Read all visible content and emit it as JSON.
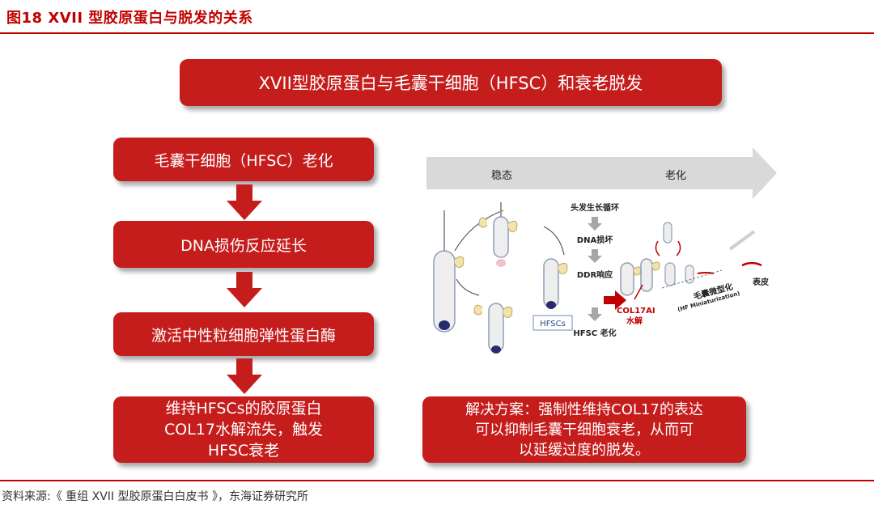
{
  "figure_title": "图18  XVII 型胶原蛋白与脱发的关系",
  "header": "XVII型胶原蛋白与毛囊干细胞（HFSC）和衰老脱发",
  "steps": [
    "毛囊干细胞（HFSC）老化",
    "DNA损伤反应延长",
    "激活中性粒细胞弹性蛋白酶",
    "维持HFSCs的胶原蛋白\nCOL17水解流失，触发\nHFSC衰老"
  ],
  "solution": "解决方案：强制性维持COL17的表达\n可以抑制毛囊干细胞衰老，从而可\n以延缓过度的脱发。",
  "diagram": {
    "arrow_left": "稳态",
    "arrow_right": "老化",
    "hair_cycle": "头发生长循环",
    "dna_damage": "DNA损坏",
    "ddr": "DDR响应",
    "hfsc_aging": "HFSC 老化",
    "hfscs": "HFSCs",
    "col17_line1": "COL17AI",
    "col17_line2": "水解",
    "miniaturization": "毛囊微型化",
    "miniaturization_en": "(HF Miniaturization)",
    "epidermis": "表皮"
  },
  "source": "资料来源:《 重组 XVII 型胶原蛋白白皮书 》，东海证券研究所",
  "colors": {
    "accent": "#c00000",
    "box": "#c51c1c"
  }
}
